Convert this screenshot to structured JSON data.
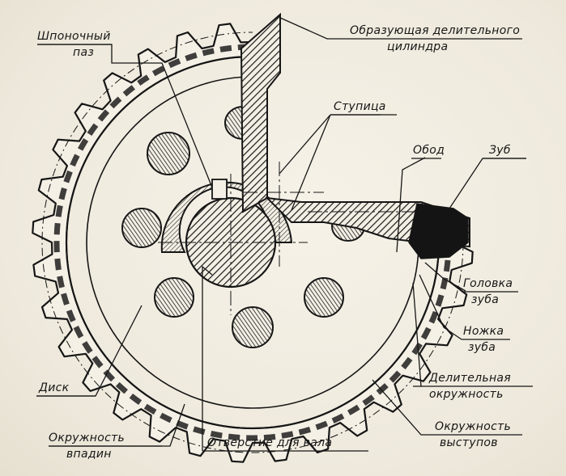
{
  "labels": {
    "key_slot": [
      "Шпоночный",
      "паз"
    ],
    "pitch_cylinder": [
      "Образующая делительного",
      "цилиндра"
    ],
    "hub": [
      "Ступица"
    ],
    "rim": [
      "Обод"
    ],
    "tooth": [
      "Зуб"
    ],
    "addendum": [
      "Головка",
      "зуба"
    ],
    "dedendum": [
      "Ножка",
      "зуба"
    ],
    "pitch_circle": [
      "Делительная",
      "окружность"
    ],
    "tip_circle": [
      "Окружность",
      "выступов"
    ],
    "shaft_bore": [
      "Отверстие для вала"
    ],
    "root_circle": [
      "Окружность",
      "впадин"
    ],
    "web": [
      "Диск"
    ]
  },
  "gear": {
    "teeth": 32
  },
  "colors": {
    "ink": "#161616",
    "paper": "#f1ede1",
    "hatch": "#1a1a1a"
  }
}
